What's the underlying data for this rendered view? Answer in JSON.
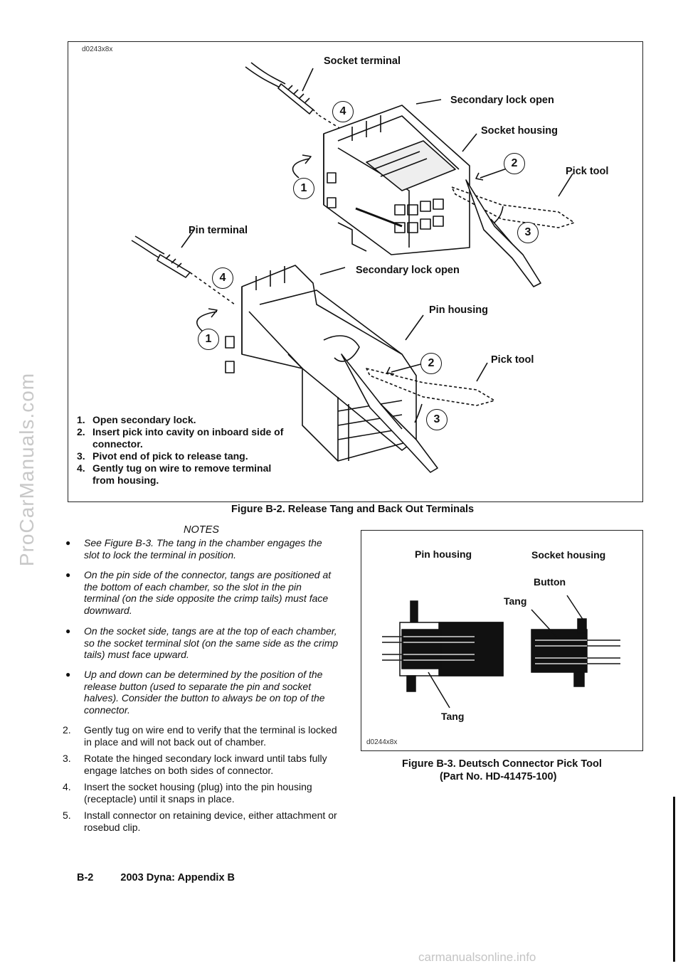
{
  "watermark_left": "ProCarManuals.com",
  "watermark_bottom": "carmanualsonline.info",
  "figure1": {
    "id": "d0243x8x",
    "labels": {
      "socket_terminal": "Socket terminal",
      "secondary_lock_open_top": "Secondary lock open",
      "socket_housing": "Socket housing",
      "pick_tool_top": "Pick tool",
      "pin_terminal": "Pin terminal",
      "secondary_lock_open_bottom": "Secondary lock open",
      "pin_housing": "Pin housing",
      "pick_tool_bottom": "Pick tool"
    },
    "callouts": [
      "1",
      "2",
      "3",
      "4"
    ],
    "steps": [
      {
        "num": "1.",
        "text": "Open secondary lock."
      },
      {
        "num": "2.",
        "text": "Insert pick into cavity on inboard side of connector."
      },
      {
        "num": "3.",
        "text": "Pivot end of pick to release tang."
      },
      {
        "num": "4.",
        "text": "Gently tug on wire to remove terminal from housing."
      }
    ],
    "caption": "Figure B-2. Release Tang and Back Out Terminals"
  },
  "notes": {
    "title": "NOTES",
    "bullets": [
      "See Figure B-3. The tang in the chamber engages the slot to lock the terminal in position.",
      "On the pin side of the connector, tangs are positioned at the bottom of each chamber, so the slot in the pin terminal (on the side opposite the crimp tails) must face downward.",
      "On the socket side, tangs are at the top of each chamber, so the socket terminal slot (on the same side as the crimp tails) must face upward.",
      "Up and down can be determined by the position of the release button (used to separate the pin and socket halves). Consider the button to always be on top of the connector."
    ]
  },
  "steps_text": [
    {
      "num": "2.",
      "text": "Gently tug on wire end to verify that the terminal is locked in place and will not back out of chamber."
    },
    {
      "num": "3.",
      "text": "Rotate the hinged secondary lock inward until tabs fully engage latches on both sides of connector."
    },
    {
      "num": "4.",
      "text": "Insert the socket housing (plug) into the pin housing (receptacle) until it snaps in place."
    },
    {
      "num": "5.",
      "text": "Install connector on retaining device, either attachment or rosebud clip."
    }
  ],
  "figure2": {
    "id": "d0244x8x",
    "labels": {
      "pin_housing": "Pin housing",
      "socket_housing": "Socket housing",
      "button": "Button",
      "tang_top": "Tang",
      "tang_bottom": "Tang"
    },
    "caption_line1": "Figure B-3. Deutsch Connector Pick Tool",
    "caption_line2": "(Part No. HD-41475-100)"
  },
  "footer": {
    "page": "B-2",
    "title": "2003 Dyna: Appendix B"
  }
}
